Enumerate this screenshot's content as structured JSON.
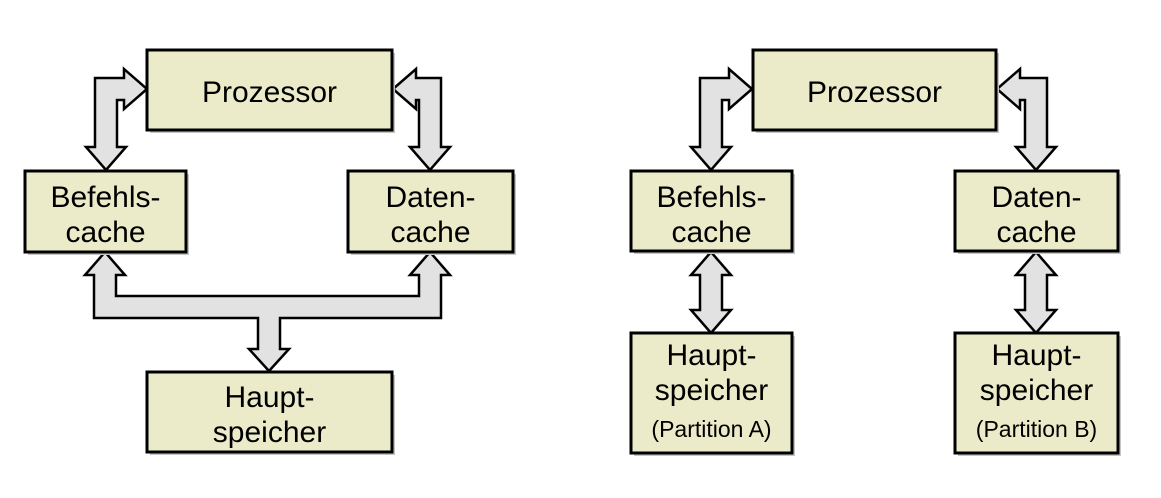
{
  "figure": {
    "left_diagram": {
      "prozessor": "Prozessor",
      "befehls_cache": [
        "Befehls-",
        "cache"
      ],
      "daten_cache": [
        "Daten-",
        "cache"
      ],
      "haupt_speicher": [
        "Haupt-",
        "speicher"
      ]
    },
    "right_diagram": {
      "prozessor": "Prozessor",
      "befehls_cache": [
        "Befehls-",
        "cache"
      ],
      "daten_cache": [
        "Daten-",
        "cache"
      ],
      "haupt_speicher_a": [
        "Haupt-",
        "speicher"
      ],
      "partition_a": "(Partition A)",
      "haupt_speicher_b": [
        "Haupt-",
        "speicher"
      ],
      "partition_b": "(Partition B)"
    }
  },
  "colors": {
    "background": "#ffffff",
    "box_fill": "#ebebca",
    "box_border": "#000000",
    "box_shadow": "#c4c4c4",
    "arrow_fill": "#e2e2e2",
    "arrow_border": "#000000",
    "text": "#000000"
  }
}
